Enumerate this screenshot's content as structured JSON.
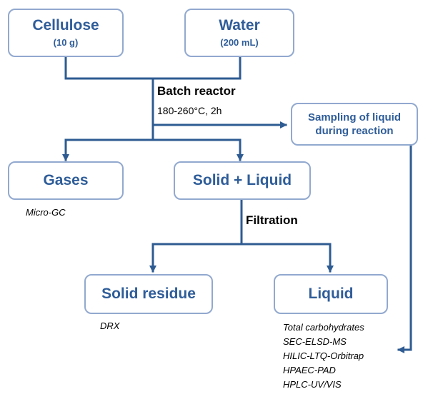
{
  "boxes": {
    "cellulose": {
      "title": "Cellulose",
      "sub": "(10 g)"
    },
    "water": {
      "title": "Water",
      "sub": "(200 mL)"
    },
    "sampling": {
      "title": "Sampling of liquid during reaction"
    },
    "gases": {
      "title": "Gases"
    },
    "solid_liquid": {
      "title": "Solid + Liquid"
    },
    "solid_residue": {
      "title": "Solid residue"
    },
    "liquid": {
      "title": "Liquid"
    }
  },
  "labels": {
    "batch_reactor": "Batch reactor",
    "conditions": "180-260°C, 2h",
    "filtration": "Filtration",
    "gases_method": "Micro-GC",
    "solid_method": "DRX"
  },
  "liquid_methods": [
    "Total carbohydrates",
    "SEC-ELSD-MS",
    "HILIC-LTQ-Orbitrap",
    "HPAEC-PAD",
    "HPLC-UV/VIS"
  ],
  "colors": {
    "line": "#2e5b92",
    "box_border": "#92a9cf",
    "box_text": "#2f5d99"
  }
}
